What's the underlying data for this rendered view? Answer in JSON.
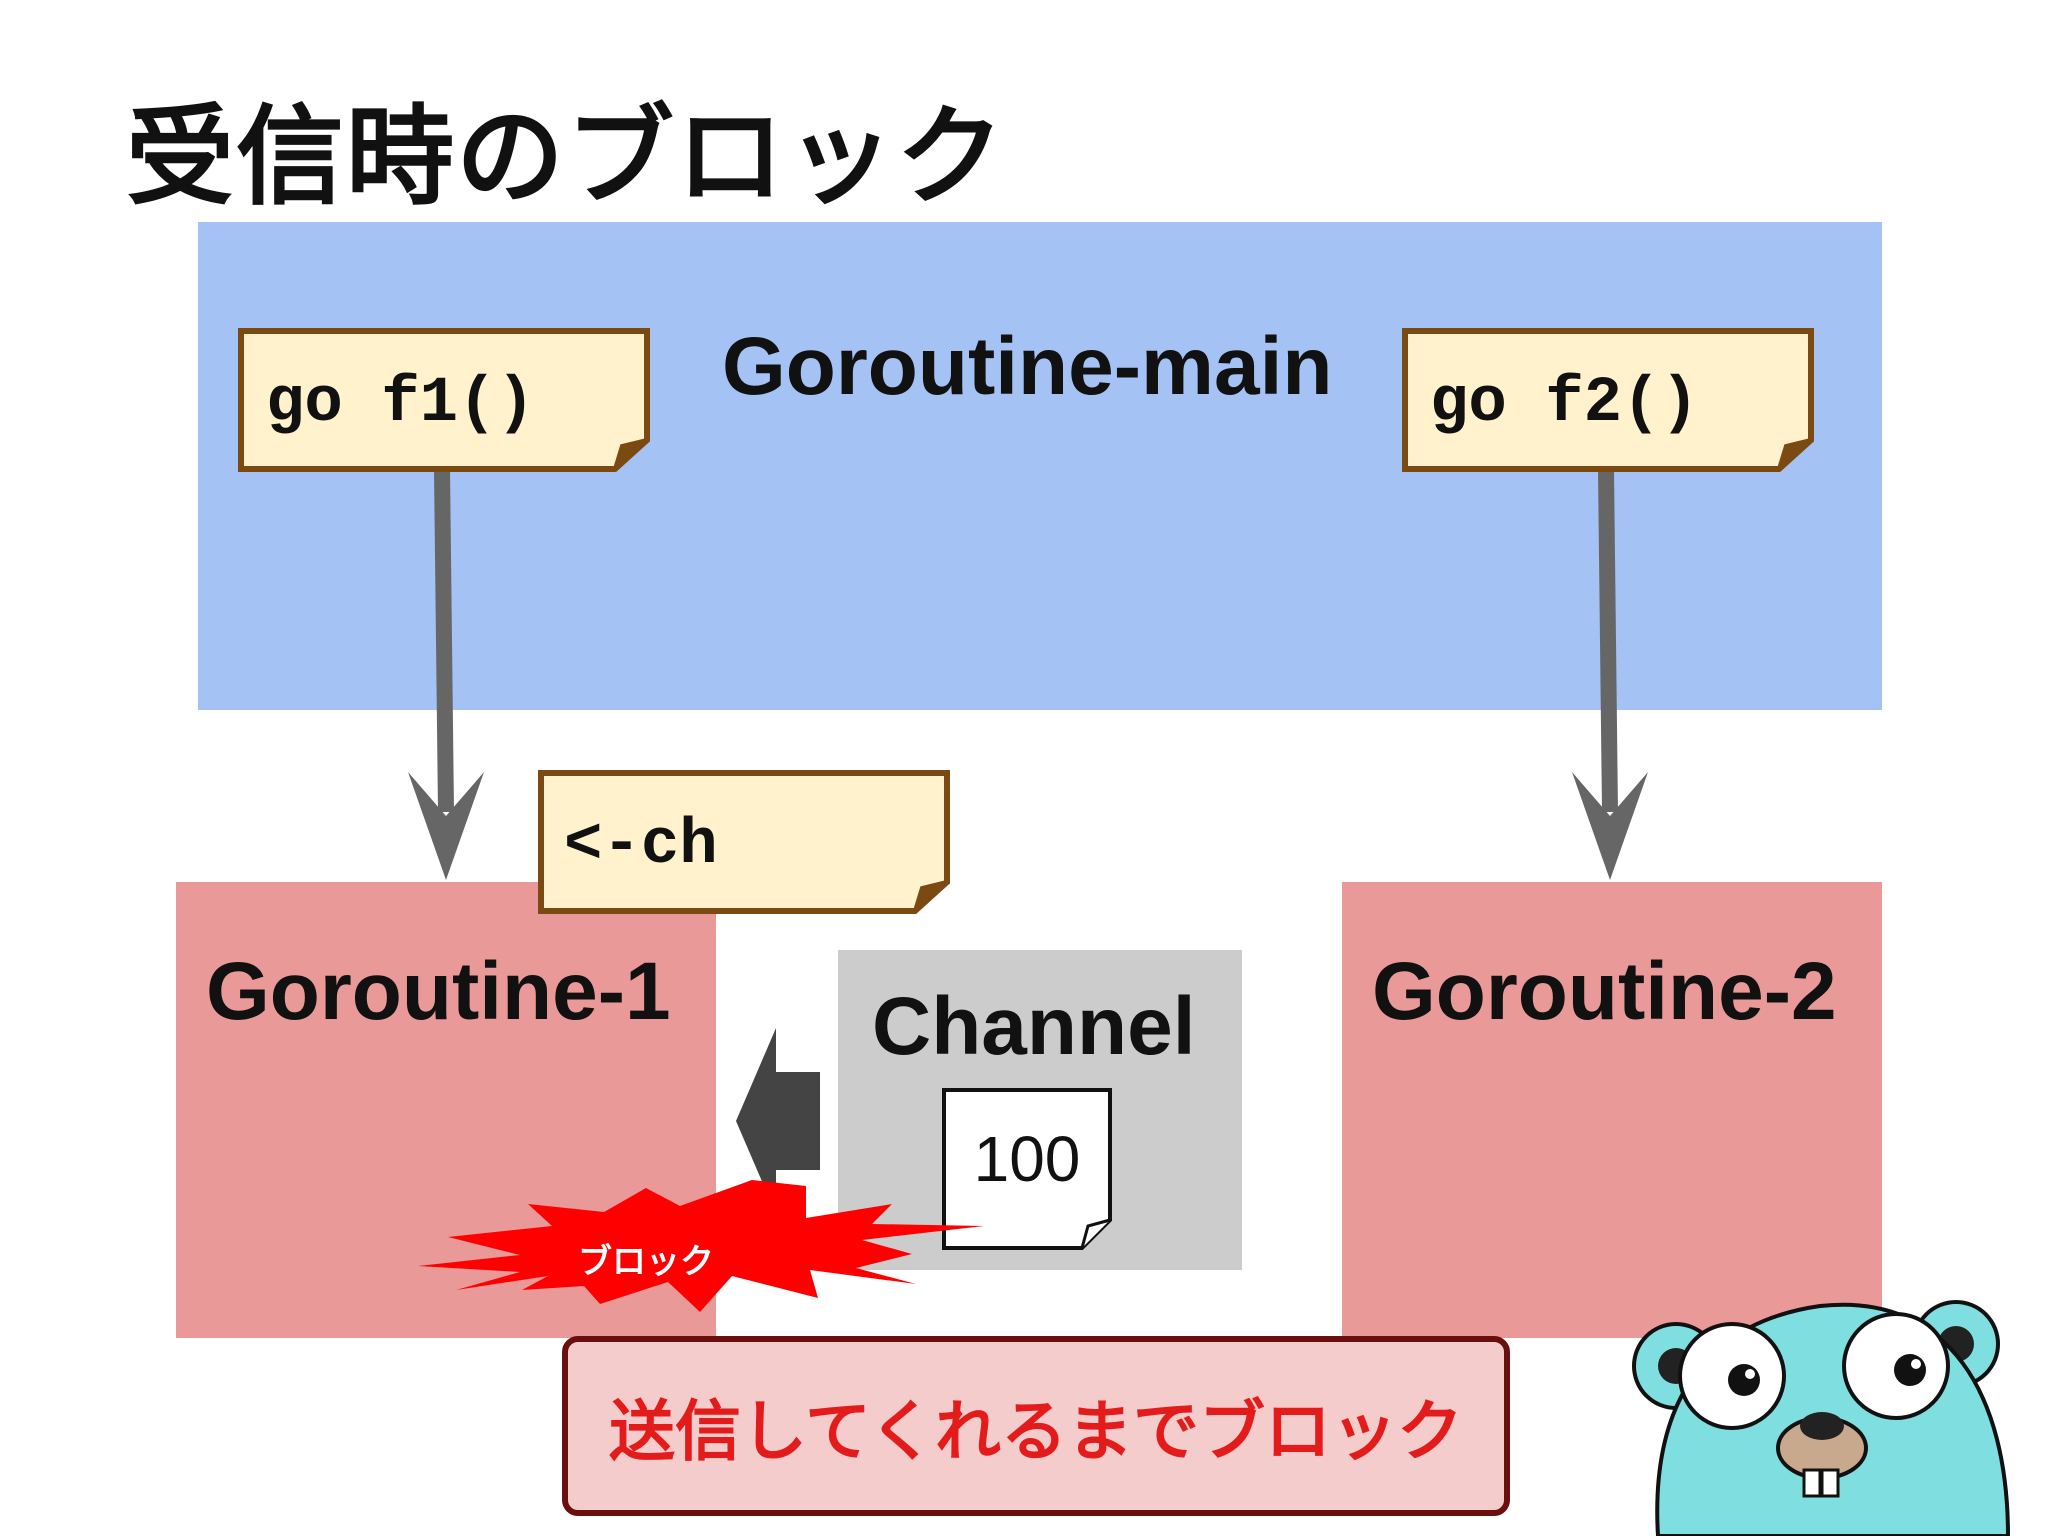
{
  "title": "受信時のブロック",
  "main": {
    "label": "Goroutine-main"
  },
  "notes": {
    "go_f1": "go f1()",
    "go_f2": "go f2()",
    "recv": "<-ch"
  },
  "goroutine1": {
    "label": "Goroutine-1"
  },
  "goroutine2": {
    "label": "Goroutine-2"
  },
  "channel": {
    "label": "Channel",
    "value": "100"
  },
  "burst": {
    "label": "ブロック"
  },
  "callout": {
    "text": "送信してくれるまでブロック"
  },
  "mascot": {
    "name": "gopher-mascot"
  },
  "colors": {
    "main_bg": "#a4c2f4",
    "goroutine_bg": "#ea9999",
    "channel_bg": "#cccccc",
    "note_bg": "#fff2cc",
    "note_border": "#7a4a12",
    "burst": "#ff0000",
    "callout_bg": "#f4cccc",
    "callout_text": "#e31b1b",
    "callout_border": "#6b0e0e",
    "gopher": "#7fdfe0"
  }
}
